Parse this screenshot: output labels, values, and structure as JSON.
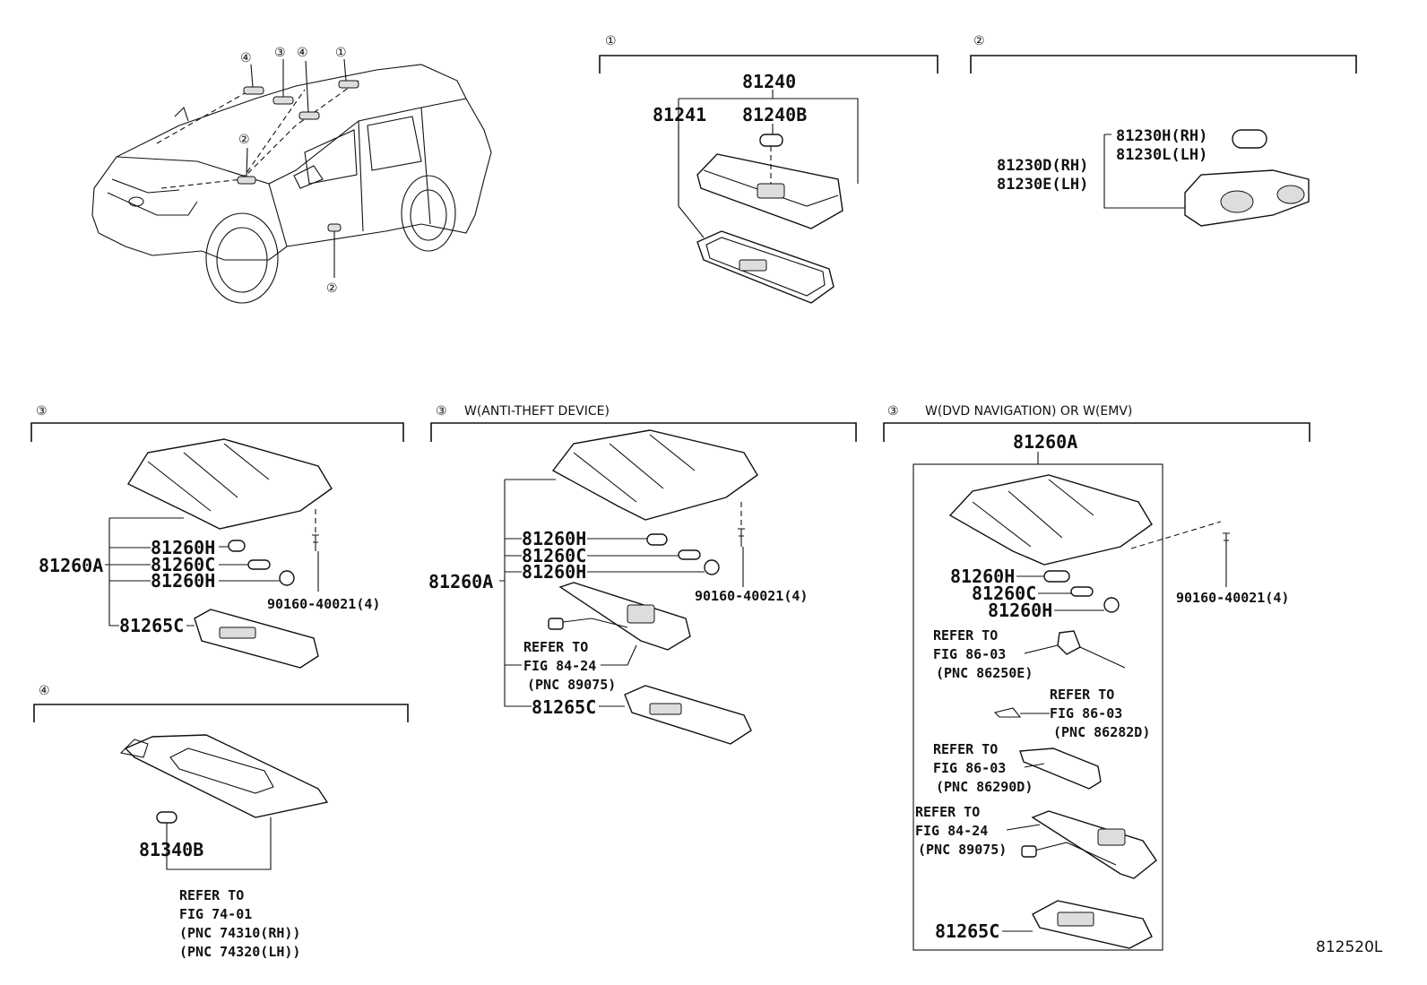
{
  "callouts": {
    "c1": "①",
    "c2": "②",
    "c3": "③",
    "c4": "④"
  },
  "panel1": {
    "p81240": "81240",
    "p81241": "81241",
    "p81240b": "81240B"
  },
  "panel2": {
    "p81230h": "81230H(RH)",
    "p81230l": "81230L(LH)",
    "p81230d": "81230D(RH)",
    "p81230e": "81230E(LH)"
  },
  "panel3a": {
    "p81260a": "81260A",
    "p81260h1": "81260H",
    "p81260c": "81260C",
    "p81260h2": "81260H",
    "p81265c": "81265C",
    "p90160": "90160-40021(4)"
  },
  "panel3b": {
    "header": "W(ANTI-THEFT DEVICE)",
    "p81260h1": "81260H",
    "p81260c": "81260C",
    "p81260h2": "81260H",
    "p81260a": "81260A",
    "p90160": "90160-40021(4)",
    "refer1": "REFER TO",
    "refer2": "FIG 84-24",
    "refer3": "(PNC 89075)",
    "p81265c": "81265C"
  },
  "panel3c": {
    "header": "W(DVD NAVIGATION) OR W(EMV)",
    "p81260a": "81260A",
    "p81260h1": "81260H",
    "p81260c": "81260C",
    "p81260h2": "81260H",
    "p90160": "90160-40021(4)",
    "ref1a": "REFER TO",
    "ref1b": "FIG 86-03",
    "ref1c": "(PNC 86250E)",
    "ref2a": "REFER TO",
    "ref2b": "FIG 86-03",
    "ref2c": "(PNC 86282D)",
    "ref3a": "REFER TO",
    "ref3b": "FIG 86-03",
    "ref3c": "(PNC 86290D)",
    "ref4a": "REFER TO",
    "ref4b": "FIG 84-24",
    "ref4c": "(PNC 89075)",
    "p81265c": "81265C"
  },
  "panel4": {
    "p81340b": "81340B",
    "refer1": "REFER TO",
    "refer2": "FIG 74-01",
    "refer3": "(PNC 74310(RH))",
    "refer4": "(PNC 74320(LH))"
  },
  "figure_id": "812520L"
}
